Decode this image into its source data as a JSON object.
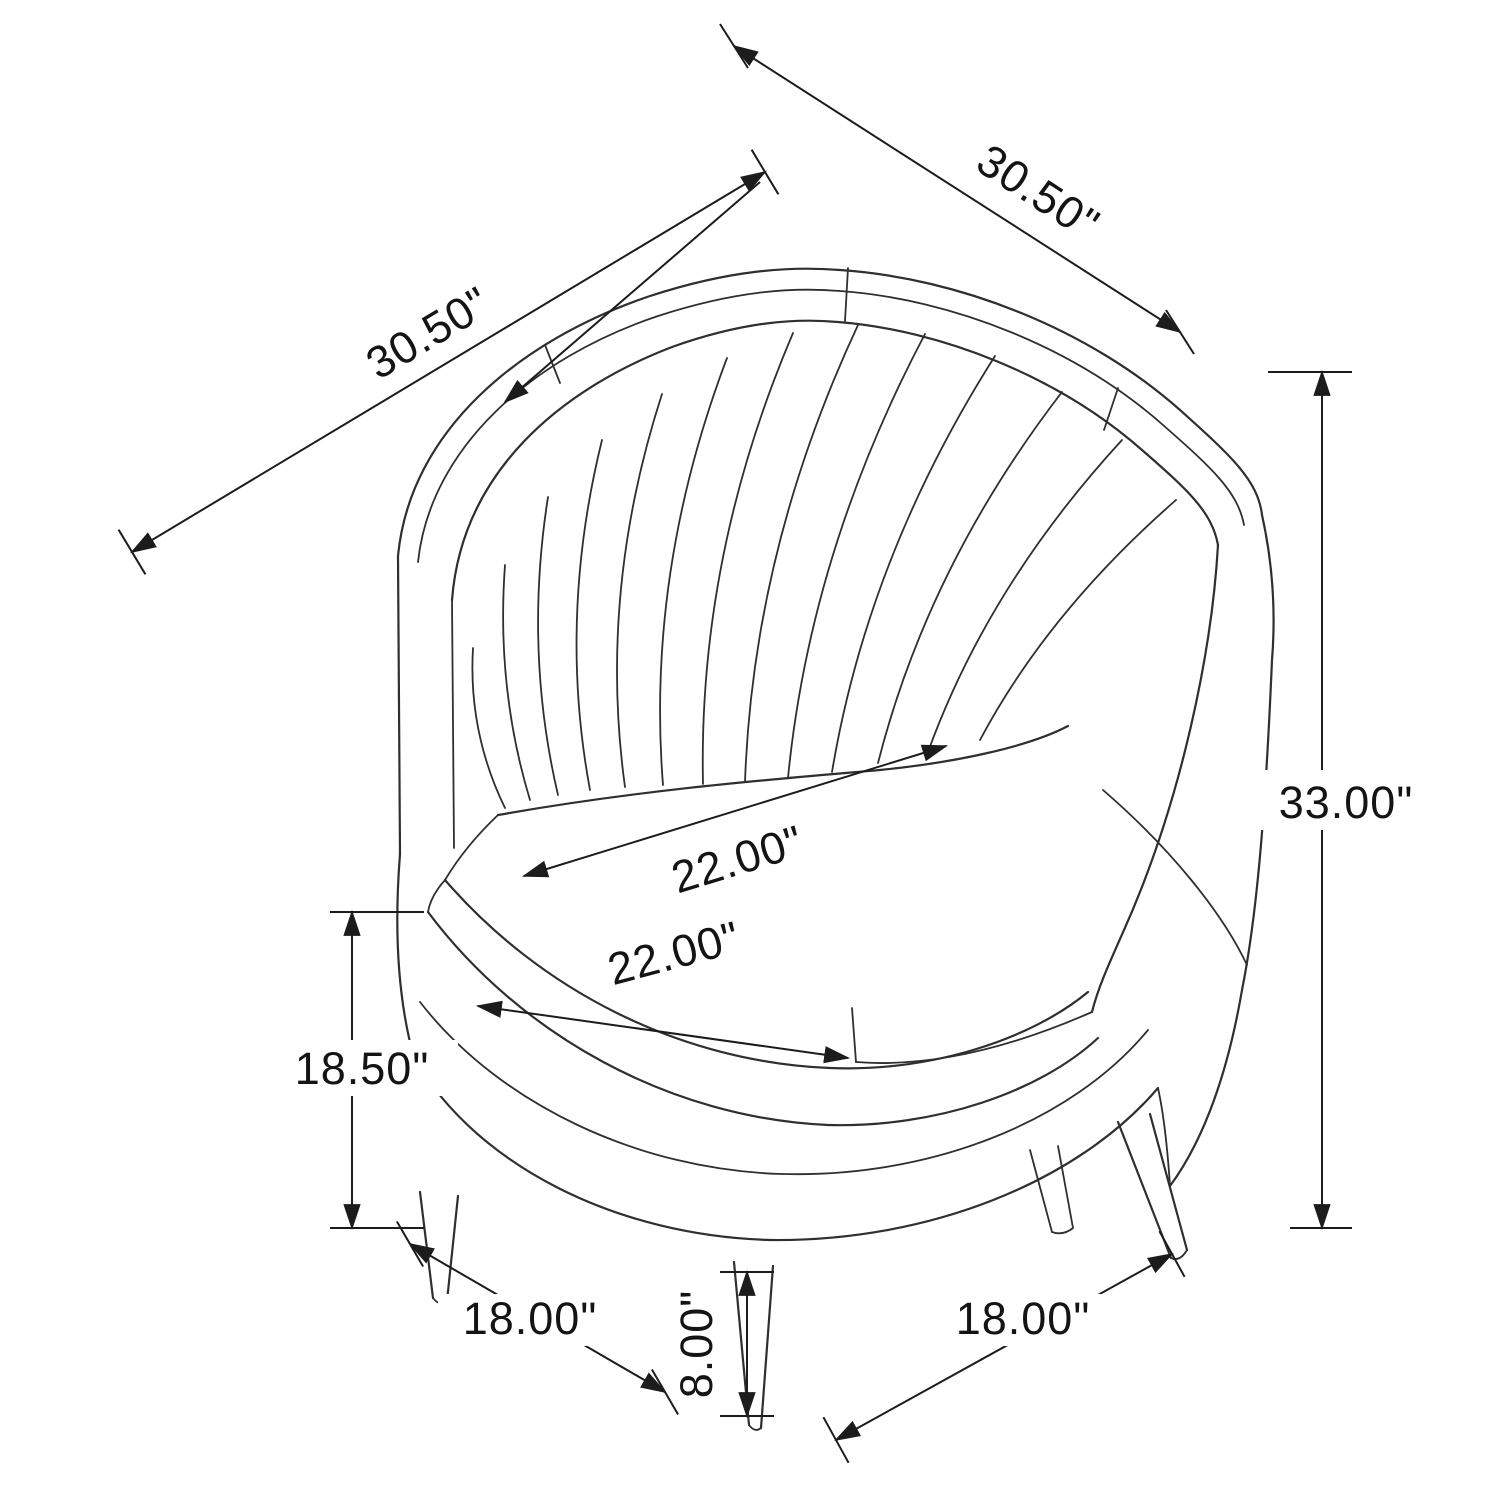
{
  "page": {
    "background": "#ffffff",
    "line_color": "#2f2f2f",
    "text_color": "#141414"
  },
  "diagram": {
    "title": "Accent chair dimension drawing",
    "subject": "channel-tufted barrel accent chair with splayed tapered legs",
    "units": "inches",
    "dimensions": {
      "top_left_depth": {
        "label": "30.50\""
      },
      "top_right_width": {
        "label": "30.50\""
      },
      "overall_height": {
        "label": "33.00\""
      },
      "seat_diag_upper": {
        "label": "22.00\""
      },
      "seat_diag_lower": {
        "label": "22.00\""
      },
      "seat_height": {
        "label": "18.50\""
      },
      "front_leg_spread": {
        "label": "18.00\""
      },
      "leg_height": {
        "label": "8.00\""
      },
      "side_leg_spread": {
        "label": "18.00\""
      }
    }
  }
}
